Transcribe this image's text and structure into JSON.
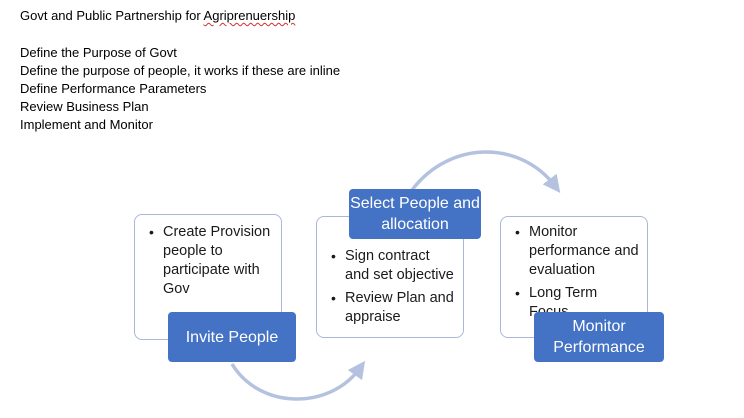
{
  "document": {
    "title_prefix": "Govt and Public Partnership for ",
    "title_word": "Agriprenuership",
    "steps": [
      "Define the Purpose of Govt",
      "Define the purpose of people, it works if these are inline",
      "Define Performance Parameters",
      "Review Business Plan",
      "Implement and Monitor"
    ]
  },
  "diagram": {
    "stages": [
      {
        "label": "Invite People",
        "bullets": [
          "Create Provision people to participate with Gov"
        ]
      },
      {
        "label": "Select People and allocation",
        "bullets": [
          "Sign contract and set objective",
          "Review Plan and appraise"
        ]
      },
      {
        "label": "Monitor Performance",
        "bullets": [
          "Monitor performance and evaluation",
          "Long Term Focus"
        ]
      }
    ],
    "colors": {
      "label_fill": "#4472c4",
      "card_border": "#a9b8da",
      "arrow": "#b4c2e0"
    }
  }
}
